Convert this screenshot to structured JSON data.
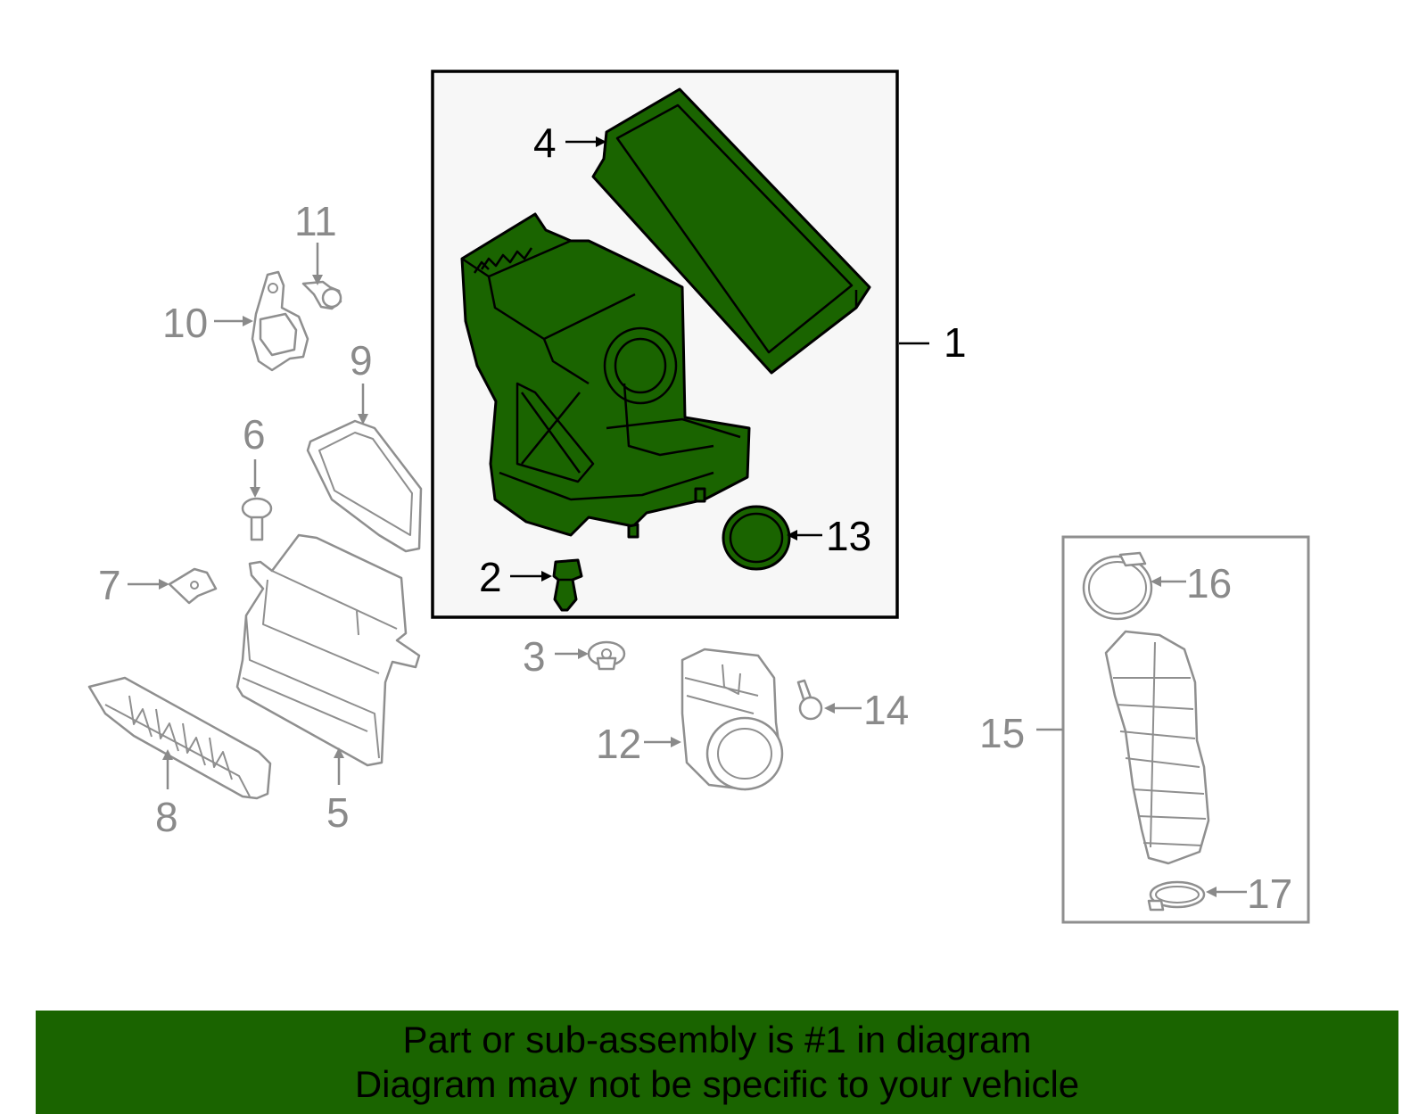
{
  "colors": {
    "highlight_part_fill": "#1a6400",
    "banner_background": "#1a6400",
    "main_box_background": "#f7f7f7",
    "other_part_stroke": "#8f8f8f",
    "other_label": "#8a8a8a",
    "main_label": "#000000"
  },
  "callouts": {
    "c1": "1",
    "c2": "2",
    "c3": "3",
    "c4": "4",
    "c5": "5",
    "c6": "6",
    "c7": "7",
    "c8": "8",
    "c9": "9",
    "c10": "10",
    "c11": "11",
    "c12": "12",
    "c13": "13",
    "c14": "14",
    "c15": "15",
    "c16": "16",
    "c17": "17"
  },
  "banner": {
    "line1": "Part or sub-assembly is #1 in diagram",
    "line2": "Diagram may not be specific to your vehicle"
  }
}
